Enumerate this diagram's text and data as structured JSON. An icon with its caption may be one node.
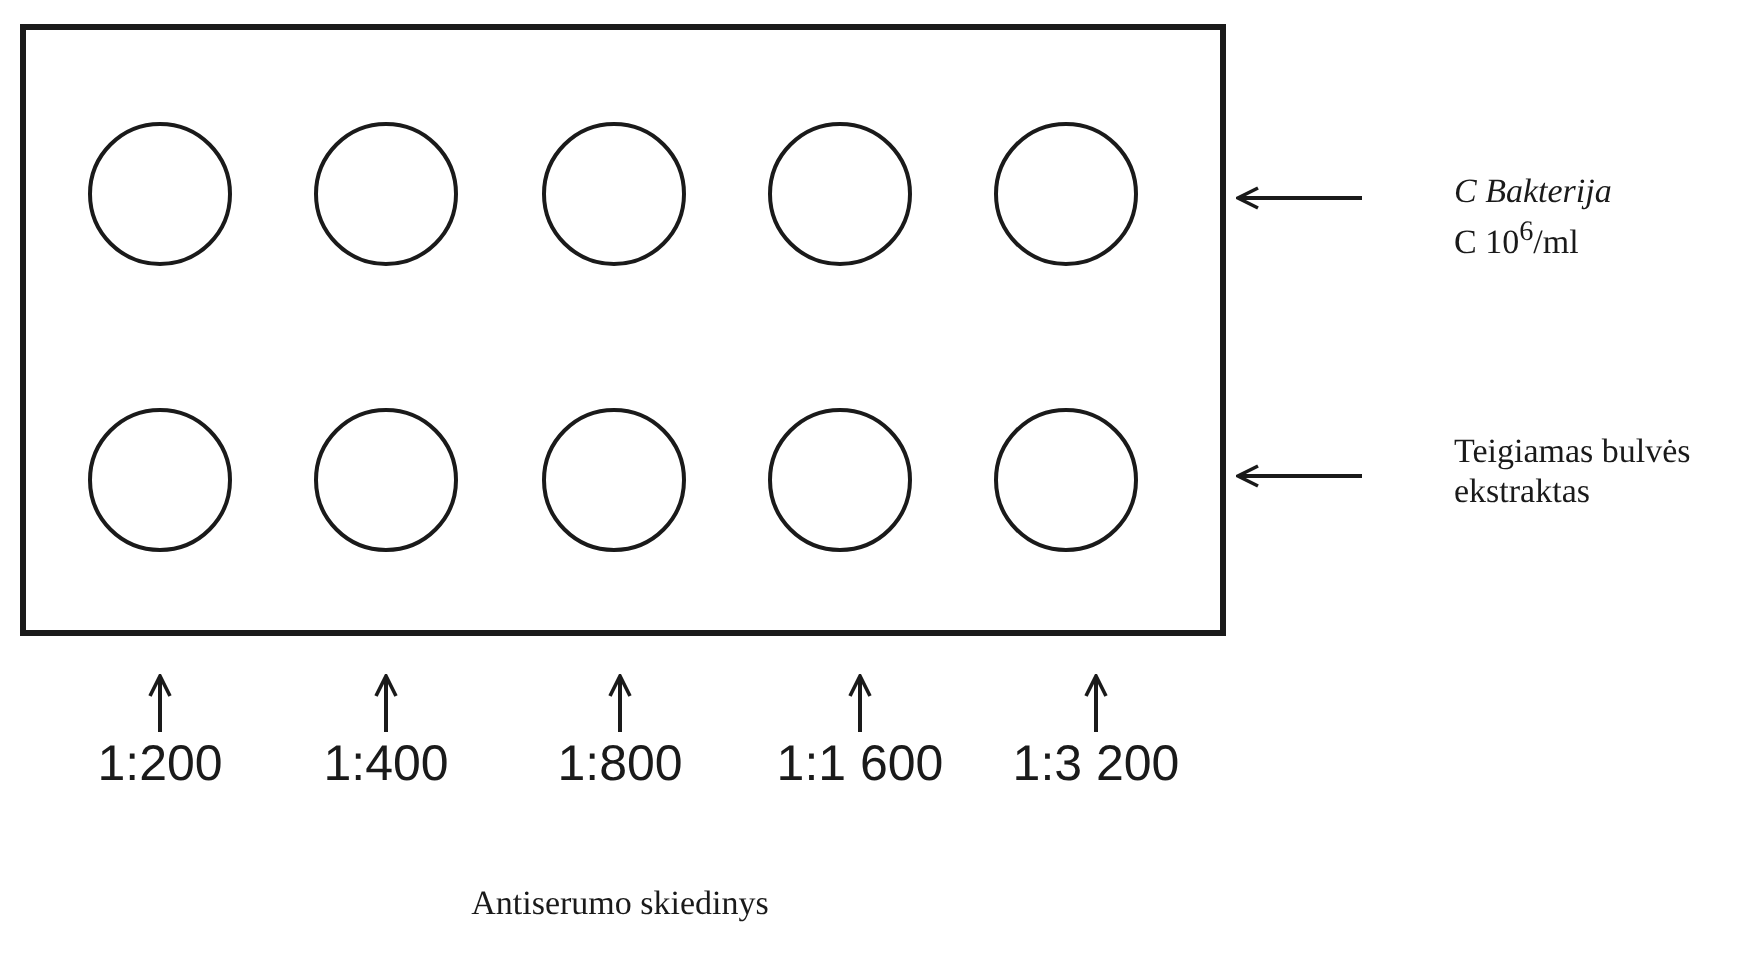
{
  "diagram": {
    "nodes": [
      {
        "text": [],
        "shape": "box"
      },
      {
        "text": [],
        "shape": "circle",
        "in": 0
      },
      {
        "text": [],
        "shape": "circle",
        "in": 0
      },
      {
        "text": [],
        "shape": "circle",
        "in": 0
      },
      {
        "text": [],
        "shape": "circle",
        "in": 0
      },
      {
        "text": [],
        "shape": "circle",
        "in": 0
      },
      {
        "text": [],
        "shape": "circle",
        "in": 0
      },
      {
        "text": [],
        "shape": "circle",
        "in": 0
      },
      {
        "text": [],
        "shape": "circle",
        "in": 0
      },
      {
        "text": [],
        "shape": "circle",
        "in": 0
      },
      {
        "text": [],
        "shape": "circle",
        "in": 0
      },
      {
        "text": [
          "C Bakterija",
          "C 10$^{6}$/ml"
        ]
      },
      {
        "text": [
          "Teigiamas bulvės ekstraktas"
        ]
      },
      {
        "text": [
          "1:200"
        ]
      },
      {
        "text": [
          "1:400"
        ]
      },
      {
        "text": [
          "1:800"
        ]
      },
      {
        "text": [
          "1:1 600"
        ]
      },
      {
        "text": [
          "1:3 200"
        ]
      }
    ],
    "edges": [
      {
        "from": 11,
        "to": 0,
        "arrow": "to"
      },
      {
        "from": 12,
        "to": 0,
        "arrow": "to"
      },
      {
        "from": 13,
        "to": 0,
        "arrow": "to"
      },
      {
        "from": 14,
        "to": 0,
        "arrow": "to"
      },
      {
        "from": 15,
        "to": 0,
        "arrow": "to"
      },
      {
        "from": 16,
        "to": 0,
        "arrow": "to"
      },
      {
        "from": 17,
        "to": 0,
        "arrow": "to"
      }
    ],
    "labels": [
      "Antiserumo skiedinys"
    ]
  }
}
